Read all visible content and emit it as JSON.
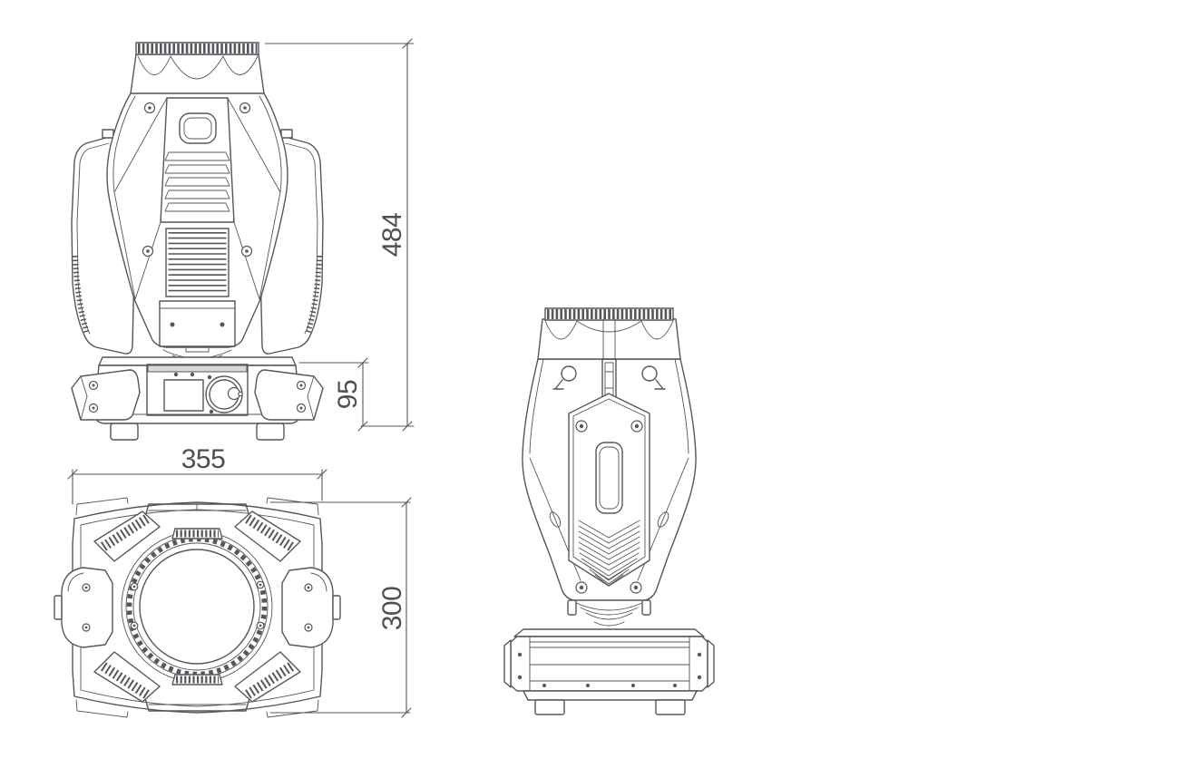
{
  "canvas": {
    "background": "#ffffff",
    "line_color": "#54575b",
    "label_color": "#4c4f53"
  },
  "drawing": {
    "dimensions": {
      "overall_height": "484",
      "base_height": "95",
      "width": "355",
      "depth": "300"
    }
  }
}
